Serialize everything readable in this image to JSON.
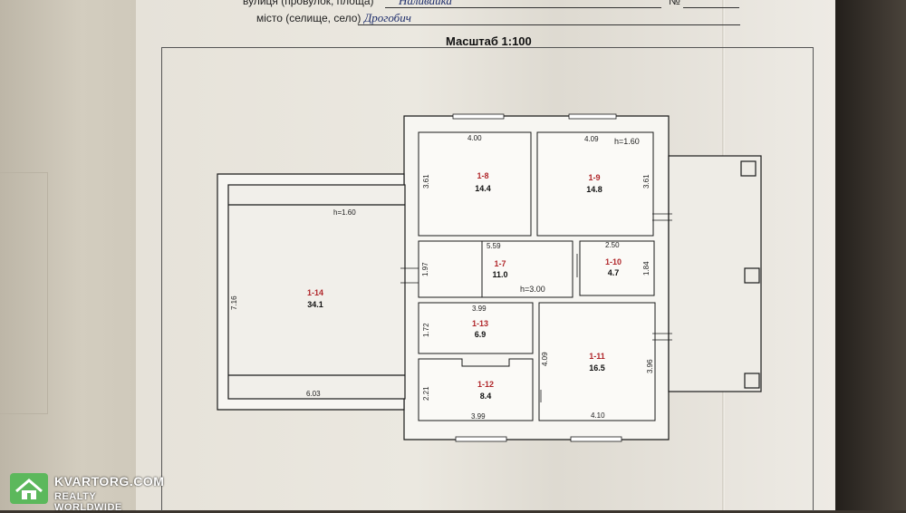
{
  "header": {
    "street_label": "вулиця (провулок, площа)",
    "street_value": "Наливайка",
    "number_label": "№",
    "city_label": "місто (селище, село)",
    "city_value": "Дрогобич",
    "scale": "Масштаб 1:100"
  },
  "plan": {
    "rooms": [
      {
        "id": "1-8",
        "area": "14.4"
      },
      {
        "id": "1-9",
        "area": "14.8"
      },
      {
        "id": "1-7",
        "area": "11.0"
      },
      {
        "id": "1-10",
        "area": "4.7"
      },
      {
        "id": "1-14",
        "area": "34.1"
      },
      {
        "id": "1-13",
        "area": "6.9"
      },
      {
        "id": "1-11",
        "area": "16.5"
      },
      {
        "id": "1-12",
        "area": "8.4"
      }
    ],
    "dimensions": [
      "4.00",
      "4.09",
      "3.61",
      "3.61",
      "5.59",
      "2.50",
      "1.97",
      "1.84",
      "3.99",
      "1.72",
      "4.09",
      "3.96",
      "2.21",
      "3.99",
      "4.10",
      "7.16",
      "6.03"
    ],
    "heights": [
      "h=1.60",
      "h=1.60",
      "h=3.00"
    ],
    "id_color": "#b0262a",
    "height_color": "#1c2c6a"
  },
  "watermark": {
    "line1": "KVARTORG.COM",
    "line2": "REALTY WORLDWIDE",
    "color": "#5cb85c"
  }
}
